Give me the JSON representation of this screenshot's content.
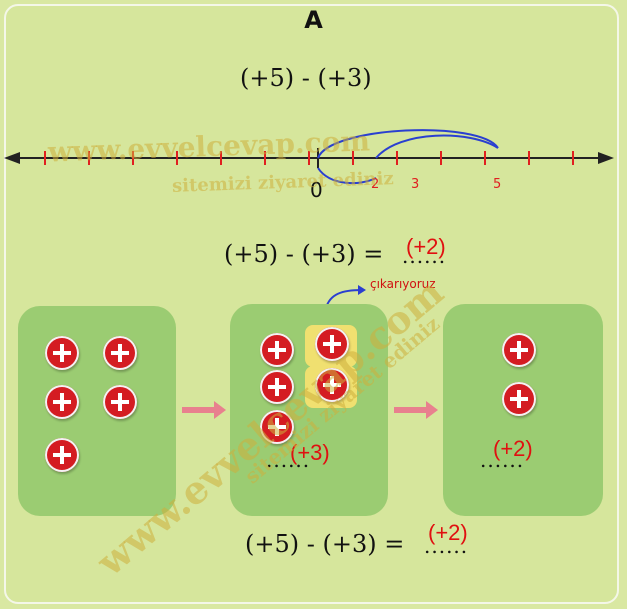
{
  "title": "A",
  "top_expression": "(+5) - (+3)",
  "number_line": {
    "labels": [
      {
        "value": 0,
        "text": "0"
      },
      {
        "value": 2,
        "text": "2"
      },
      {
        "value": 3,
        "text": "3"
      },
      {
        "value": 5,
        "text": "5"
      }
    ]
  },
  "middle_equation": {
    "expression": "(+5) - (+3) =",
    "dots": "......",
    "answer": "(+2)"
  },
  "note": "çıkarıyoruz",
  "boxes": [
    {
      "chips": 5
    },
    {
      "chips": 5,
      "removed": 2,
      "label": "(+3)",
      "dots": "......"
    },
    {
      "chips": 2,
      "label": "(+2)",
      "dots": "......"
    }
  ],
  "bottom_equation": {
    "expression": "(+5) - (+3) =",
    "dots": "......",
    "answer": "(+2)"
  },
  "watermark": {
    "line1": "www.evvelcevap.com",
    "line2": "sitemizi ziyaret ediniz"
  },
  "colors": {
    "positive_chip": "#d41c22",
    "answer": "#e01010",
    "arrow": "#e8808e",
    "box": "#9bcc72"
  }
}
